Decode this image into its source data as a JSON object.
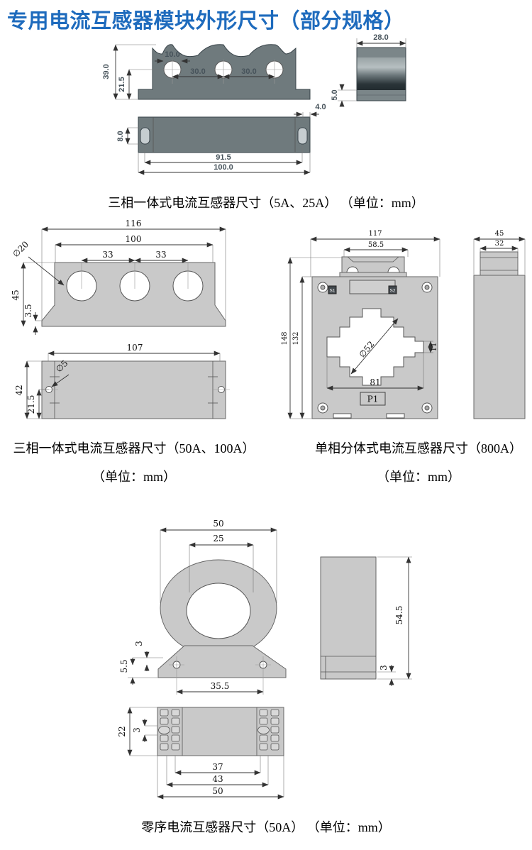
{
  "page": {
    "title": "专用电流互感器模块外形尺寸（部分规格）"
  },
  "colors": {
    "title_blue": "#1e6bbd",
    "body_dark": "#6f7a7d",
    "body_light": "#c9c9c9"
  },
  "d1": {
    "caption": "三相一体式电流互感器尺寸（5A、25A） （单位：mm）",
    "hole_d": "10.0",
    "pitch_a": "30.0",
    "pitch_b": "30.0",
    "total_h": "39.0",
    "hole_y": "21.5",
    "depth": "28.0",
    "base_h": "5.0",
    "edge_off": "4.0",
    "slot_h": "8.0",
    "slot_span": "91.5",
    "total_w": "100.0"
  },
  "d2": {
    "caption1": "三相一体式电流互感器尺寸（50A、100A）",
    "caption2": "（单位：mm）",
    "top": {
      "outer_w": "116",
      "inner_w": "100",
      "pitch_a": "33",
      "pitch_b": "33",
      "hole_d": "∅20",
      "height": "45",
      "foot_h": "3.5"
    },
    "bottom": {
      "width": "107",
      "hole_d": "∅5",
      "height": "42",
      "hole_y": "21.5"
    }
  },
  "d3": {
    "caption1": "单相分体式电流互感器尺寸（800A）",
    "caption2": "（单位：mm）",
    "front": {
      "width": "117",
      "top_w": "58.5",
      "height": "148",
      "body_h": "132",
      "aperture_d": "∅52",
      "notch": "11",
      "aperture_w": "81",
      "s1": "S1",
      "s2": "S2",
      "p1": "P1"
    },
    "side": {
      "width": "45",
      "top_w": "32"
    }
  },
  "d4": {
    "caption": "零序电流互感器尺寸（50A） （单位：mm）",
    "front": {
      "width": "50",
      "hole_d": "25",
      "off": "3",
      "foot": "5.5",
      "pitch": "35.5"
    },
    "side": {
      "height": "54.5",
      "base": "3"
    },
    "bottom": {
      "height": "22",
      "slot": "3",
      "w1": "37",
      "w2": "43",
      "w3": "50"
    }
  }
}
